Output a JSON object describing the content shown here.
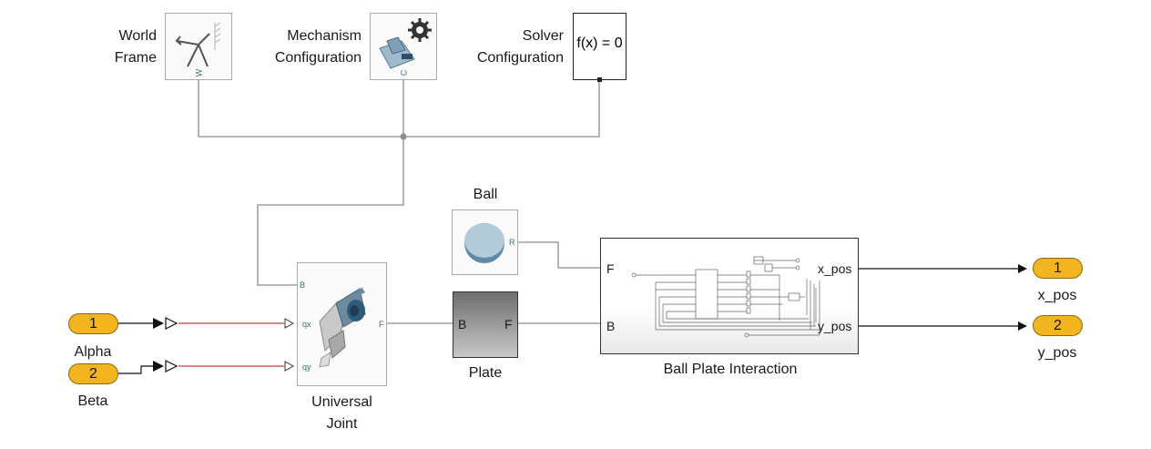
{
  "blocks": {
    "world_frame": {
      "label_line1": "World",
      "label_line2": "Frame",
      "port": "W"
    },
    "mechanism_config": {
      "label_line1": "Mechanism",
      "label_line2": "Configuration",
      "port": "C"
    },
    "solver_config": {
      "label_line1": "Solver",
      "label_line2": "Configuration",
      "expr": "f(x) = 0"
    },
    "ball": {
      "label": "Ball",
      "port_r": "R"
    },
    "universal_joint": {
      "label_line1": "Universal",
      "label_line2": "Joint",
      "port_b": "B",
      "port_qx": "qx",
      "port_qy": "qy",
      "port_f": "F"
    },
    "plate": {
      "label": "Plate",
      "port_b": "B",
      "port_f": "F"
    },
    "ball_plate_interaction": {
      "label": "Ball Plate Interaction",
      "port_f": "F",
      "port_b": "B",
      "port_x_pos": "x_pos",
      "port_y_pos": "y_pos"
    }
  },
  "inports": [
    {
      "number": "1",
      "name": "Alpha"
    },
    {
      "number": "2",
      "name": "Beta"
    }
  ],
  "outports": [
    {
      "number": "1",
      "name": "x_pos"
    },
    {
      "number": "2",
      "name": "y_pos"
    }
  ],
  "colors": {
    "port_fill": "#f2b41f",
    "signal_line": "#c04040",
    "physical_line": "#8a8a8a"
  }
}
